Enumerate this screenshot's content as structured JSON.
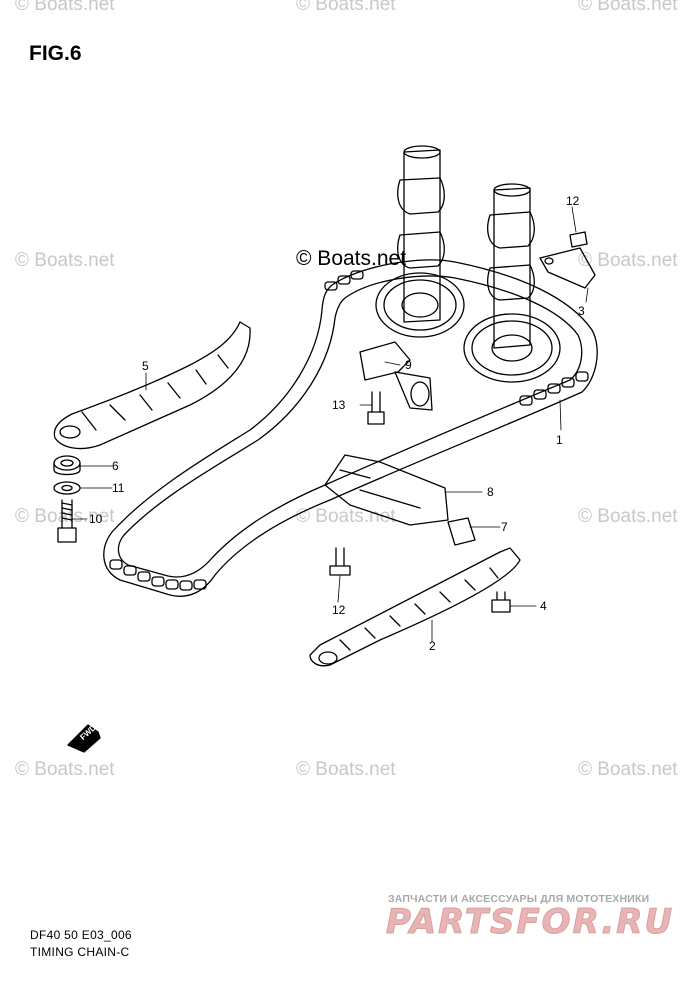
{
  "figure": {
    "title": "FIG.6",
    "code": "DF40 50 E03_006",
    "name": "TIMING CHAIN-C"
  },
  "watermarks": [
    {
      "text": "© Boats.net",
      "pos": "top-left"
    },
    {
      "text": "© Boats.net",
      "pos": "top-center"
    },
    {
      "text": "© Boats.net",
      "pos": "top-right"
    },
    {
      "text": "© Boats.net",
      "pos": "mid-left"
    },
    {
      "text": "© Boats.net",
      "pos": "center"
    },
    {
      "text": "© Boats.net",
      "pos": "mid-right"
    },
    {
      "text": "© Boats.net",
      "pos": "low-left"
    },
    {
      "text": "© Boats.net",
      "pos": "low-center"
    },
    {
      "text": "© Boats.net",
      "pos": "low-right"
    },
    {
      "text": "© Boats.net",
      "pos": "bottom-left"
    },
    {
      "text": "© Boats.net",
      "pos": "bottom-center"
    },
    {
      "text": "© Boats.net",
      "pos": "bottom-right"
    }
  ],
  "callouts": {
    "c1": "1",
    "c2": "2",
    "c3": "3",
    "c4": "4",
    "c5": "5",
    "c6": "6",
    "c7": "7",
    "c8": "8",
    "c9": "9",
    "c10": "10",
    "c11": "11",
    "c12a": "12",
    "c12b": "12",
    "c13": "13"
  },
  "fwd_label": "FWD",
  "brand": {
    "tagline": "ЗАПЧАСТИ И АКСЕССУАРЫ ДЛЯ МОТОТЕХНИКИ",
    "logo": "PARTSFOR.RU",
    "colors": {
      "main": "#e8b4b4",
      "accent": "#d9a0a0",
      "tagline": "#a8a8a8"
    }
  }
}
